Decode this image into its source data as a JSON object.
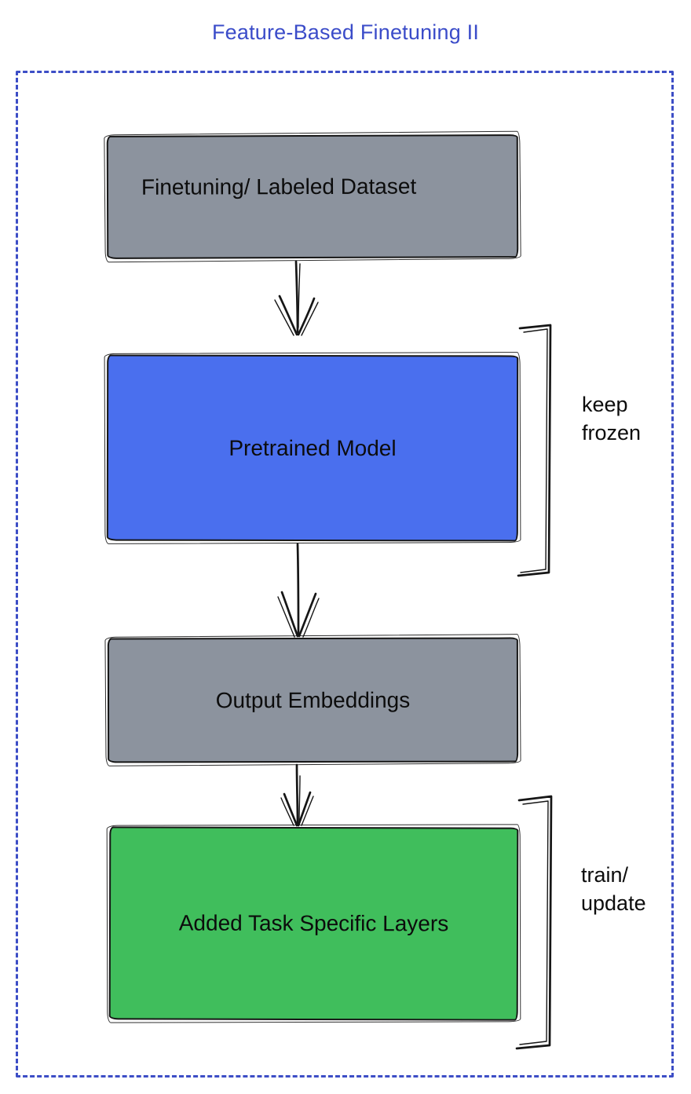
{
  "title": "Feature-Based Finetuning II",
  "colors": {
    "title": "#3b4cc9",
    "border": "#3d4ec6",
    "ink": "#161616",
    "gray": "#8c939e",
    "blue": "#4a6fee",
    "green": "#40be5c"
  },
  "nodes": [
    {
      "id": "finetuning-dataset",
      "label": "Finetuning/ Labeled Dataset",
      "fill": "gray"
    },
    {
      "id": "pretrained-model",
      "label": "Pretrained Model",
      "fill": "blue"
    },
    {
      "id": "output-embeddings",
      "label": "Output Embeddings",
      "fill": "gray"
    },
    {
      "id": "added-task-specific-layers",
      "label": "Added Task Specific Layers",
      "fill": "green"
    }
  ],
  "edges": [
    {
      "from": "finetuning-dataset",
      "to": "pretrained-model"
    },
    {
      "from": "pretrained-model",
      "to": "output-embeddings"
    },
    {
      "from": "output-embeddings",
      "to": "added-task-specific-layers"
    }
  ],
  "annotations": [
    {
      "target": "pretrained-model",
      "line1": "keep",
      "line2": "frozen"
    },
    {
      "target": "added-task-specific-layers",
      "line1": "train/",
      "line2": "update"
    }
  ]
}
